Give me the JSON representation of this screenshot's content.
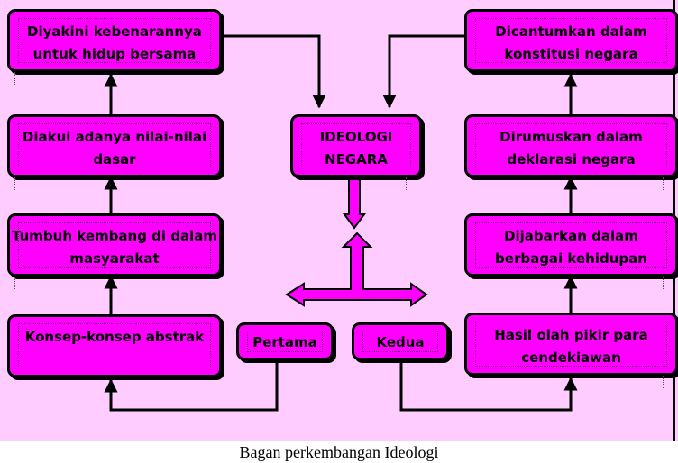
{
  "left_column": [
    {
      "id": "diyakini",
      "text": "Diyakini kebenarannya untuk hidup bersama"
    },
    {
      "id": "diakui",
      "text": "Diakui adanya nilai-nilai dasar"
    },
    {
      "id": "tumbuh",
      "text": "Tumbuh kembang di dalam masyarakat"
    },
    {
      "id": "konsep",
      "text": "Konsep-konsep abstrak"
    }
  ],
  "right_column": [
    {
      "id": "dicantumkan",
      "text": "Dicantumkan dalam konstitusi negara"
    },
    {
      "id": "dirumuskan",
      "text": "Dirumuskan dalam deklarasi negara"
    },
    {
      "id": "dijabarkan",
      "text": "Dijabarkan dalam berbagai kehidupan"
    },
    {
      "id": "hasil",
      "text": "Hasil olah pikir para cendekiawan"
    }
  ],
  "center": {
    "text": "IDEOLOGI NEGARA"
  },
  "paths": {
    "first": "Pertama",
    "second": "Kedua"
  },
  "caption": "Bagan perkembangan Ideologi",
  "colors": {
    "background": "#ffccff",
    "box_fill": "#ff00ff",
    "stroke": "#000000"
  }
}
